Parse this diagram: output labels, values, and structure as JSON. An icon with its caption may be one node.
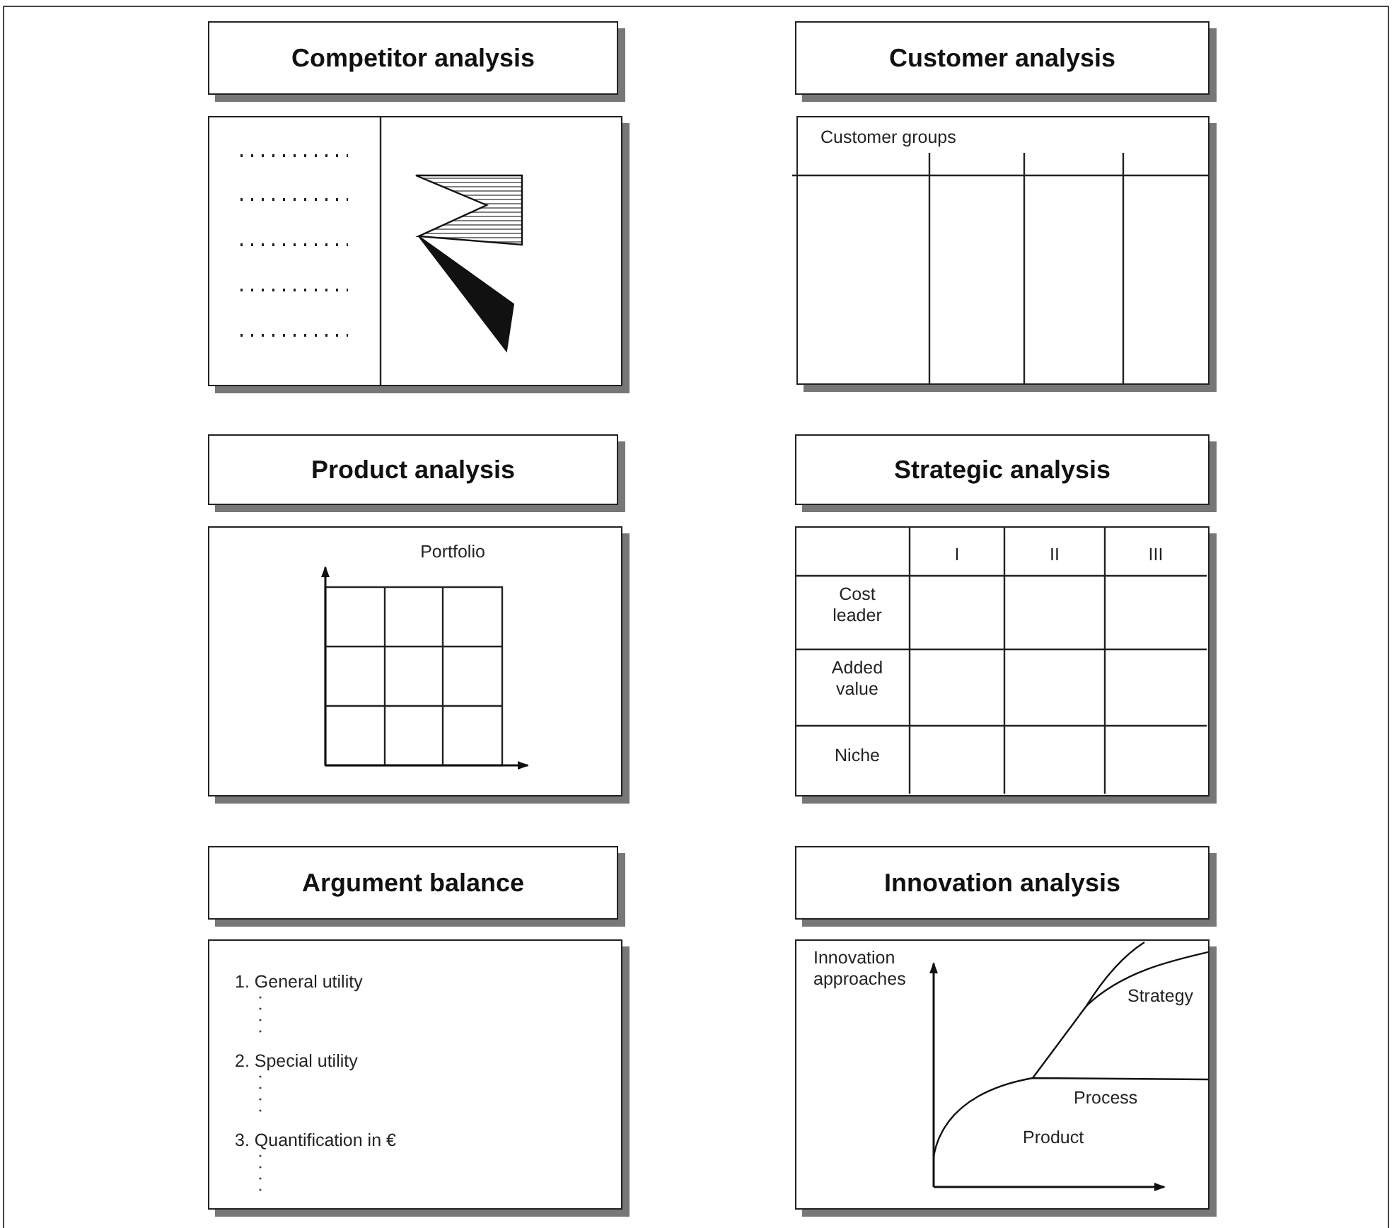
{
  "diagram": {
    "nodes": [
      {
        "text": [
          "Competitor analysis"
        ]
      },
      {
        "text": [
          "Customer analysis"
        ]
      },
      {
        "text": [],
        "shape": "picture"
      },
      {
        "text": [
          "Customer groups"
        ]
      },
      {
        "text": [
          "Product analysis"
        ]
      },
      {
        "text": [
          "Strategic analysis"
        ]
      },
      {
        "text": [
          "Portfolio"
        ]
      },
      {
        "text": [
          "I",
          "II",
          "III",
          "Cost leader",
          "Added value",
          "Niche"
        ]
      },
      {
        "text": [
          "Argument balance"
        ]
      },
      {
        "text": [
          "Innovation analysis"
        ]
      },
      {
        "text": [
          "1. General utility",
          "2. Special utility",
          "3. Quantification in €"
        ]
      },
      {
        "text": [
          "Innovation approaches",
          "Strategy",
          "Process",
          "Product"
        ]
      }
    ]
  }
}
